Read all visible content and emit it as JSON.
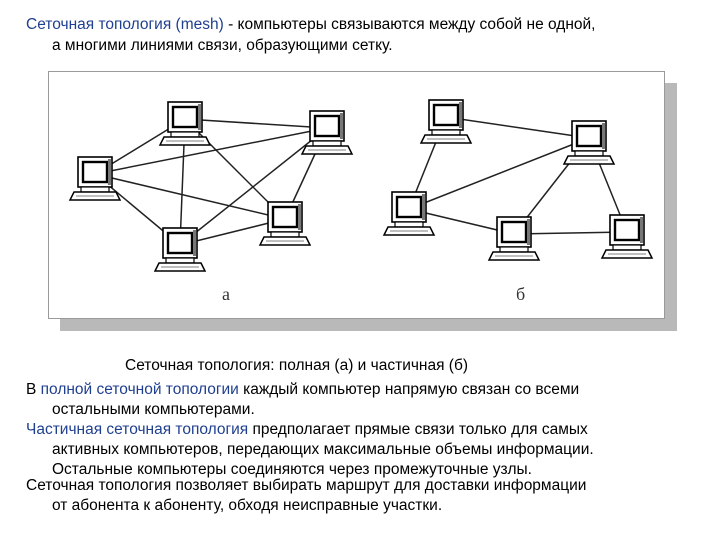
{
  "intro": {
    "term": "Сеточная топология (mesh)",
    "line1_rest": " - компьютеры связываются между собой не одной,",
    "line2": "а многими линиями связи, образующими сетку."
  },
  "figure": {
    "label_a": "а",
    "label_b": "б"
  },
  "caption": "Сеточная топология: полная (а) и частичная (б)",
  "para1": {
    "start": "В ",
    "term": "полной сеточной топологии",
    "rest1": " каждый компьютер напрямую связан со всеми",
    "line2": "остальными компьютерами."
  },
  "para2": {
    "term": "Частичная сеточная топология",
    "rest1": " предполагает прямые связи только для самых",
    "line2": "активных компьютеров, передающих максимальные объемы информации.",
    "line3": "Остальные компьютеры соединяются через промежуточные узлы."
  },
  "para3": {
    "line1": "Сеточная топология позволяет выбирать маршрут для доставки информации",
    "line2": "от абонента к абоненту, обходя неисправные участки."
  },
  "colors": {
    "term_blue": "#1f3f8f",
    "shadow": "#b9b9b9"
  },
  "icons": {
    "computer": "computer-icon"
  }
}
